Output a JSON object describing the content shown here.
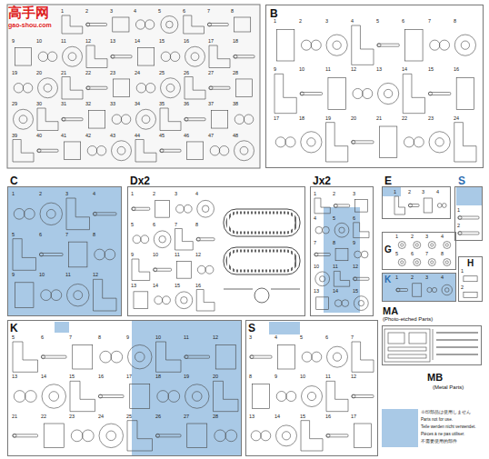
{
  "diagram": {
    "nodes": [
      {
        "text": [
          "B"
        ]
      },
      {
        "text": [
          "C"
        ]
      },
      {
        "text": [
          "Dx2"
        ]
      },
      {
        "text": [
          "Jx2"
        ]
      },
      {
        "text": [
          "E"
        ]
      },
      {
        "text": [
          "S"
        ]
      },
      {
        "text": [
          "G"
        ]
      },
      {
        "text": [
          "K"
        ]
      },
      {
        "text": [
          "H"
        ]
      },
      {
        "text": [
          "K"
        ]
      },
      {
        "text": [
          "S"
        ]
      },
      {
        "text": [
          "MA",
          "(Photo-etched Parts)"
        ]
      },
      {
        "text": [
          "MB",
          "(Metal Parts)"
        ]
      }
    ],
    "labels": [
      "高手网",
      "gao-shou.com",
      "1",
      "2",
      "3",
      "4",
      "5",
      "6",
      "7",
      "8",
      "9",
      "10",
      "11",
      "12",
      "13",
      "14",
      "15",
      "16",
      "17",
      "18",
      "19",
      "20",
      "21",
      "22",
      "23",
      "24",
      "25",
      "26",
      "27",
      "28",
      "29",
      "30",
      "31",
      "32",
      "33",
      "34",
      "35",
      "36",
      "37",
      "38",
      "39",
      "40",
      "41",
      "42",
      "43",
      "44",
      "45",
      "46",
      "47",
      "48",
      "1",
      "2",
      "3",
      "4",
      "5",
      "6",
      "7",
      "8",
      "9",
      "10",
      "11",
      "12",
      "13",
      "14",
      "15",
      "16",
      "17",
      "18",
      "19",
      "20",
      "21",
      "22",
      "23",
      "24",
      "1",
      "2",
      "3",
      "4",
      "5",
      "6",
      "7",
      "8",
      "9",
      "10",
      "11",
      "12",
      "1",
      "2",
      "3",
      "4",
      "5",
      "6",
      "7",
      "8",
      "9",
      "10",
      "11",
      "12",
      "13",
      "14",
      "15",
      "16",
      "1",
      "2",
      "3",
      "4",
      "5",
      "6",
      "7",
      "8",
      "9",
      "10",
      "11",
      "12",
      "13",
      "14",
      "15",
      "1",
      "2",
      "3",
      "4",
      "1",
      "2",
      "1",
      "2",
      "3",
      "4",
      "5",
      "6",
      "7",
      "8",
      "1",
      "2",
      "3",
      "4",
      "1",
      "2",
      "5",
      "6",
      "7",
      "8",
      "9",
      "10",
      "11",
      "12",
      "13",
      "14",
      "15",
      "16",
      "17",
      "18",
      "19",
      "20",
      "21",
      "22",
      "23",
      "24",
      "25",
      "26",
      "27",
      "28",
      "3",
      "4",
      "5",
      "6",
      "7",
      "8",
      "9",
      "10",
      "11",
      "12",
      "13",
      "14",
      "15",
      "16",
      "17",
      "Parts not for use.",
      "Teile werden nicht verwendet.",
      "Pièces à ne pas utiliser.",
      "不需要使用的部件"
    ],
    "legend": [
      {
        "text": "※印部品は使用しません",
        "color": "#a9c9e6"
      }
    ]
  }
}
